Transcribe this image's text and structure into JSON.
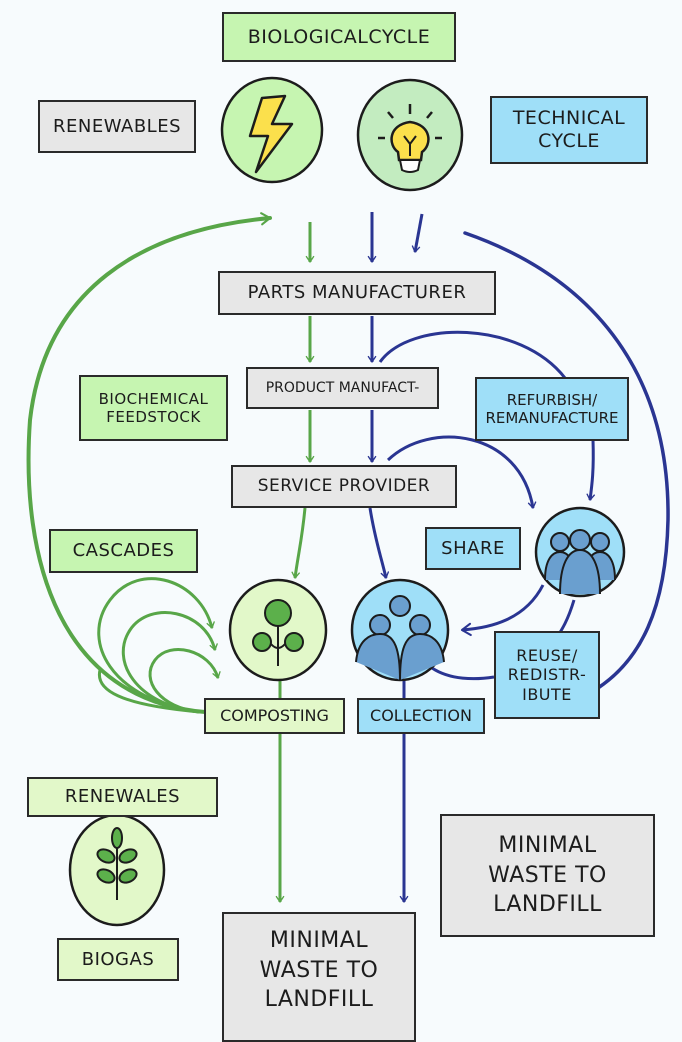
{
  "title": "Circular Economy Diagram",
  "colors": {
    "biological": "#58a648",
    "technical": "#2a3592",
    "green_box": "#c6f5b1",
    "light_green_box": "#e2f8c9",
    "blue_box": "#9fdff8",
    "grey_box": "#e7e7e7",
    "people_fill": "#6a9fcf",
    "bolt_yellow": "#fbe04c"
  },
  "labels": {
    "biological_cycle": "BIOLOGICALCYCLE",
    "renewables_top": "RENEWABLES",
    "technical_cycle": "TECHNICAL\nCYCLE",
    "parts_manufacturer": "PARTS MANUFACTURER",
    "product_manufacturer": "PRODUCT MANUFACT-",
    "biochemical_feedstock": "BIOCHEMICAL\nFEEDSTOCK",
    "refurbish": "REFURBISH/\nREMANUFACTURE",
    "service_provider": "SERVICE PROVIDER",
    "cascades": "CASCADES",
    "share": "SHARE",
    "reuse": "REUSE/\nREDISTR-\nIBUTE",
    "composting": "COMPOSTING",
    "collection": "COLLECTION",
    "renewales_bottom": "RENEWALES",
    "biogas": "BIOGAS",
    "landfill_right": "MINIMAL\nWASTE TO\nLANDFILL",
    "landfill_bottom": "MINIMAL\nWASTE TO\nLANDFILL"
  },
  "icons": {
    "energy": "lightning-bolt-icon",
    "idea": "light-bulb-icon",
    "composting": "tree-sprout-icon",
    "collection": "group-people-icon",
    "share": "people-group-icon",
    "biogas": "plant-leaves-icon"
  }
}
